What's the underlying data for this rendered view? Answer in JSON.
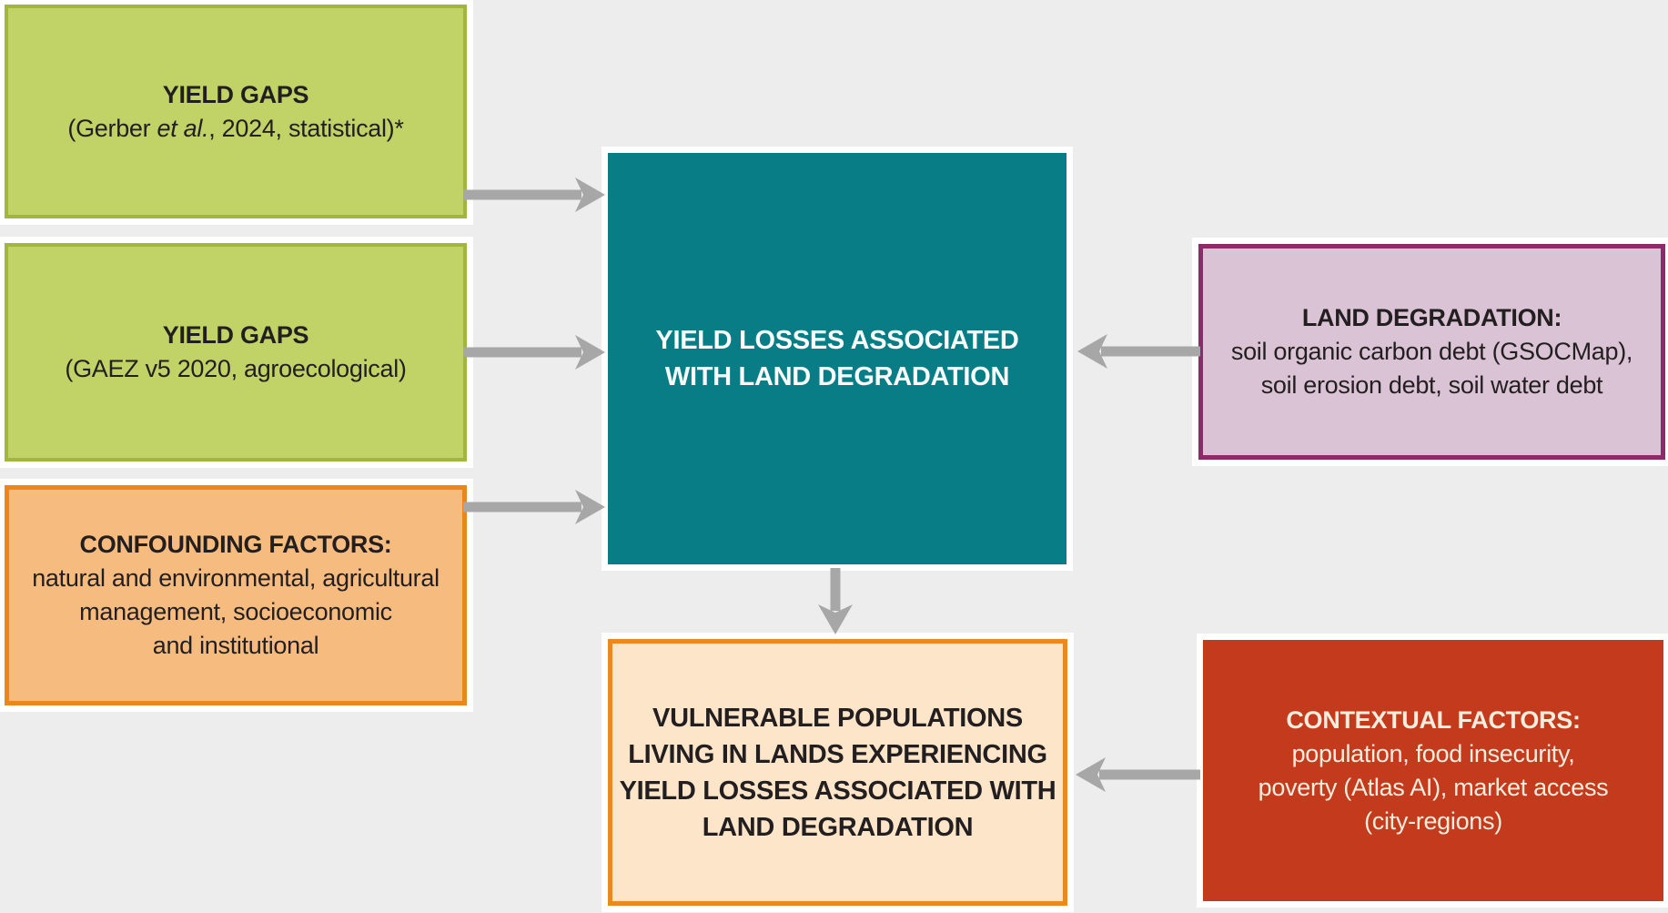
{
  "diagram": {
    "type": "flowchart",
    "nodes": {
      "yield_gaps_statistical": {
        "title": "YIELD GAPS",
        "line_pre": "(Gerber ",
        "line_italic": "et al.",
        "line_post": ", 2024, statistical)*"
      },
      "yield_gaps_agroecological": {
        "title": "YIELD GAPS",
        "line": "(GAEZ v5 2020, agroecological)"
      },
      "confounding_factors": {
        "title": "CONFOUNDING FACTORS:",
        "lines": [
          "natural and environmental, agricultural",
          "management, socioeconomic",
          "and institutional"
        ]
      },
      "yield_losses": {
        "lines": [
          "YIELD LOSSES ASSOCIATED",
          "WITH LAND DEGRADATION"
        ]
      },
      "land_degradation": {
        "title": "LAND DEGRADATION:",
        "lines": [
          "soil organic carbon debt (GSOCMap),",
          "soil erosion debt, soil water debt"
        ]
      },
      "vulnerable_populations": {
        "lines": [
          "VULNERABLE POPULATIONS",
          "LIVING IN LANDS EXPERIENCING",
          "YIELD LOSSES ASSOCIATED WITH",
          "LAND DEGRADATION"
        ]
      },
      "contextual_factors": {
        "title": "CONTEXTUAL FACTORS:",
        "lines": [
          "population, food insecurity,",
          "poverty (Atlas AI), market access",
          "(city-regions)"
        ]
      }
    },
    "edges": [
      {
        "from": "yield_gaps_statistical",
        "to": "yield_losses"
      },
      {
        "from": "yield_gaps_agroecological",
        "to": "yield_losses"
      },
      {
        "from": "confounding_factors",
        "to": "yield_losses"
      },
      {
        "from": "land_degradation",
        "to": "yield_losses"
      },
      {
        "from": "yield_losses",
        "to": "vulnerable_populations"
      },
      {
        "from": "contextual_factors",
        "to": "vulnerable_populations"
      }
    ],
    "palette": {
      "background": "#ededed",
      "green_fill": "#c1d266",
      "green_border": "#a2b53e",
      "orange_fill": "#f6bc7f",
      "orange_border": "#e9871f",
      "teal_fill": "#087d86",
      "mauve_fill": "#d9c3d5",
      "mauve_border": "#8e2a69",
      "cream_fill": "#fce5c9",
      "cream_border": "#ea8a1e",
      "red_fill": "#c43a1d",
      "arrow": "#a7a7a7",
      "dark_text": "#231f20",
      "light_text": "#fbfdfd"
    }
  }
}
